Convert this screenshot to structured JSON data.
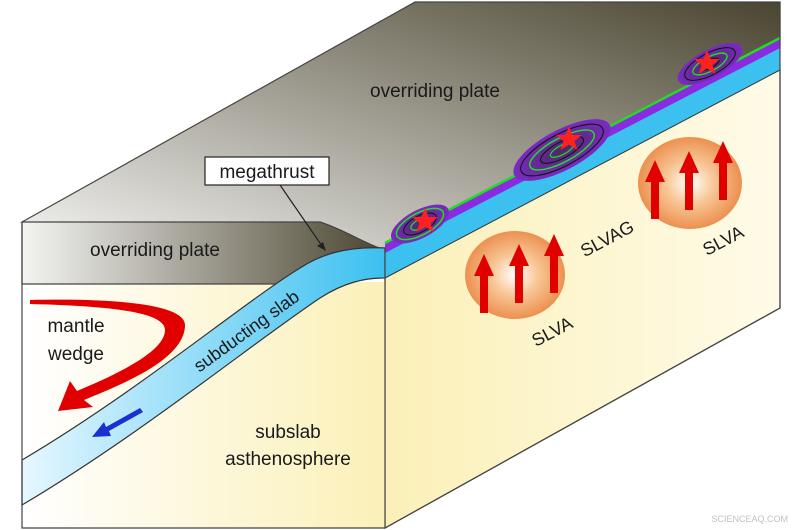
{
  "labels": {
    "overriding_plate_top": "overriding plate",
    "overriding_plate_front": "overriding plate",
    "megathrust": "megathrust",
    "subducting_slab": "subducting slab",
    "mantle_wedge_line1": "mantle",
    "mantle_wedge_line2": "wedge",
    "subslab_line1": "subslab",
    "subslab_line2": "asthenosphere",
    "slvag": "SLVAG",
    "slva_left": "SLVA",
    "slva_right": "SLVA"
  },
  "watermark": "SCIENCEAQ.COM",
  "colors": {
    "plate_top_dark": "#4a4530",
    "plate_top_light": "#f2f2f2",
    "mantle": "#fbf4c8",
    "slab": "#3cc0f0",
    "slab_interface": "#8a2be2",
    "anomaly": "#f0a060",
    "arrows": "#e00000",
    "slab_arrow": "#1a30d0",
    "rupture_ring": "#22dd22",
    "epicenter": "#ff2020"
  }
}
